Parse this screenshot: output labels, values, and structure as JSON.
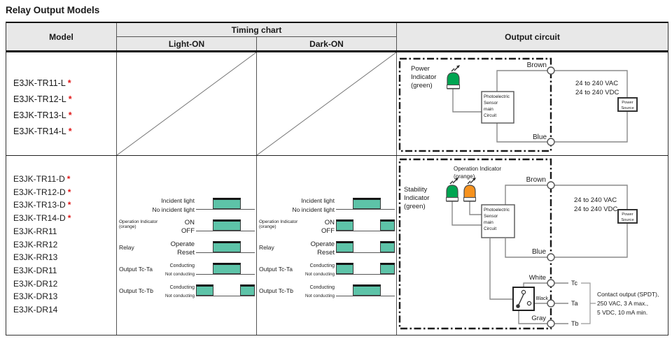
{
  "title": "Relay Output Models",
  "footnote_mark": "*",
  "colors": {
    "pulse_fill": "#5dc3a8",
    "led_green": "#00a551",
    "led_orange": "#f6921e",
    "header_bg": "#e8e8e8",
    "asterisk_red": "#e01818"
  },
  "header": {
    "model": "Model",
    "timing_chart": "Timing chart",
    "light_on": "Light-ON",
    "dark_on": "Dark-ON",
    "output_circuit": "Output circuit"
  },
  "rows": [
    {
      "models": [
        "E3JK-TR11-L",
        "E3JK-TR12-L",
        "E3JK-TR13-L",
        "E3JK-TR14-L"
      ],
      "starred": [
        true,
        true,
        true,
        true
      ],
      "timing_light_on": "none (diagonal slash)",
      "timing_dark_on": "none (diagonal slash)"
    },
    {
      "models": [
        "E3JK-TR11-D",
        "E3JK-TR12-D",
        "E3JK-TR13-D",
        "E3JK-TR14-D",
        "E3JK-RR11",
        "E3JK-RR12",
        "E3JK-RR13",
        "E3JK-DR11",
        "E3JK-DR12",
        "E3JK-DR13",
        "E3JK-DR14"
      ],
      "starred": [
        true,
        true,
        true,
        true,
        false,
        false,
        false,
        false,
        false,
        false,
        false
      ]
    }
  ],
  "timing": {
    "rows": [
      {
        "left1": "",
        "left2": "",
        "high": "Incident light",
        "low": "No incident light"
      },
      {
        "left1": "Operation Indicator",
        "left2": "(orange)",
        "high": "ON",
        "low": "OFF"
      },
      {
        "left1": "Relay",
        "left2": "",
        "high": "Operate",
        "low": "Reset"
      },
      {
        "left1": "Output Tc-Ta",
        "left2": "",
        "high": "Conducting",
        "low": "Not conducting"
      },
      {
        "left1": "Output Tc-Tb",
        "left2": "",
        "high": "Conducting",
        "low": "Not conducting"
      }
    ],
    "light_on_waveforms": [
      "pulse",
      "pulse",
      "pulse",
      "pulse",
      "inverse"
    ],
    "dark_on_waveforms": [
      "pulse",
      "inverse",
      "inverse",
      "inverse",
      "pulse"
    ]
  },
  "circuit1": {
    "power_indicator": [
      "Power",
      "Indicator",
      "(green)"
    ],
    "sensor_box": [
      "Photoelectric",
      "Sensor",
      "main",
      "Circuit"
    ],
    "wire_brown": "Brown",
    "wire_blue": "Blue",
    "voltage_line1": "24 to 240 VAC",
    "voltage_line2": "24 to 240 VDC",
    "power_source": [
      "Power",
      "Source"
    ]
  },
  "circuit2": {
    "operation_indicator": [
      "Operation Indicator",
      "(orange)"
    ],
    "stability_indicator": [
      "Stability",
      "Indicator",
      "(green)"
    ],
    "sensor_box": [
      "Photoelectric",
      "Sensor",
      "main",
      "Circuit"
    ],
    "wire_brown": "Brown",
    "wire_blue": "Blue",
    "wire_white": "White",
    "wire_black": "Black",
    "wire_gray": "Gray",
    "voltage_line1": "24 to 240 VAC",
    "voltage_line2": "24 to 240 VDC",
    "power_source": [
      "Power",
      "Source"
    ],
    "terminal_tc": "Tc",
    "terminal_ta": "Ta",
    "terminal_tb": "Tb",
    "contact_note": [
      "Contact output (SPDT),",
      "250 VAC, 3 A max.,",
      "5 VDC, 10 mA min."
    ]
  }
}
